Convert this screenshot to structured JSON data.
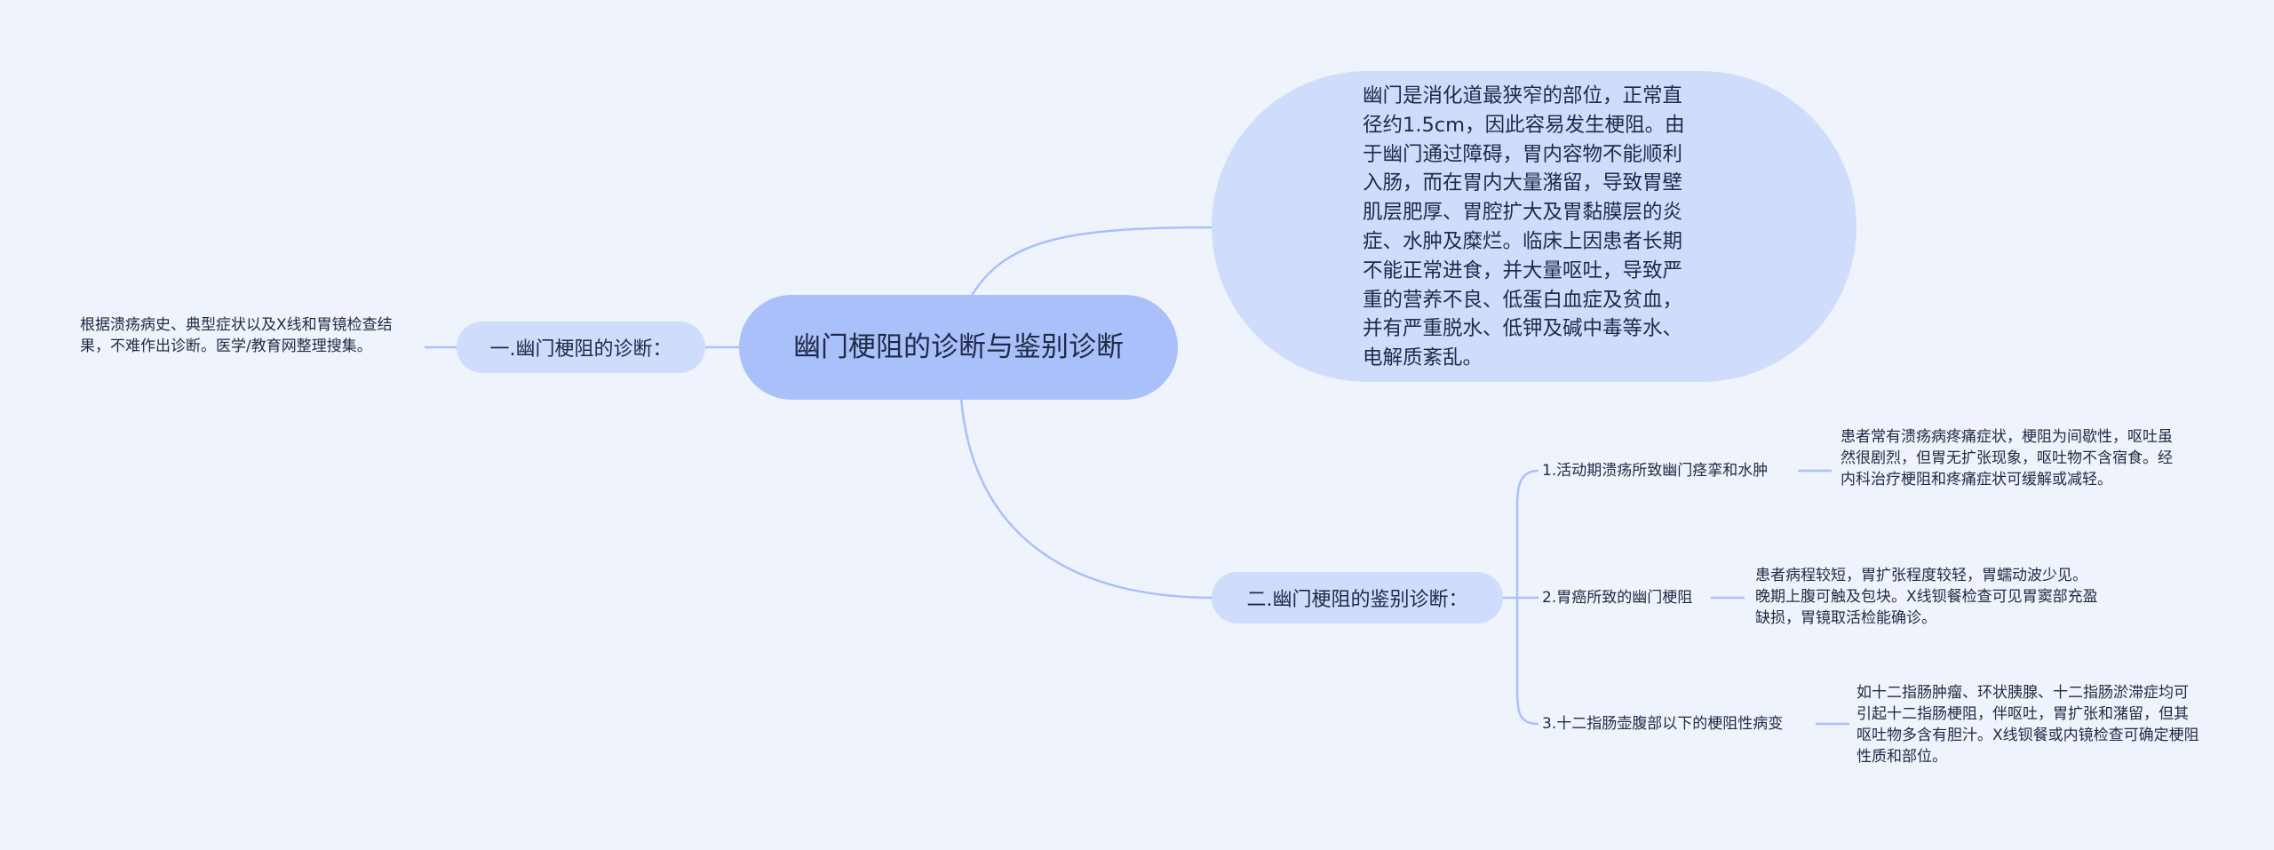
{
  "root": {
    "title": "幽门梗阻的诊断与鉴别诊断"
  },
  "description": "幽门是消化道最狭窄的部位，正常直径约1.5cm，因此容易发生梗阻。由于幽门通过障碍，胃内容物不能顺利入肠，而在胃内大量潴留，导致胃壁肌层肥厚、胃腔扩大及胃黏膜层的炎症、水肿及糜烂。临床上因患者长期不能正常进食，并大量呕吐，导致严重的营养不良、低蛋白血症及贫血，并有严重脱水、低钾及碱中毒等水、电解质紊乱。",
  "branch1": {
    "label": "一.幽门梗阻的诊断：",
    "leaf": "根据溃疡病史、典型症状以及X线和胃镜检查结果，不难作出诊断。医学/教育网整理搜集。"
  },
  "branch2": {
    "label": "二.幽门梗阻的鉴别诊断：",
    "items": [
      {
        "label": "1.活动期溃疡所致幽门痉挛和水肿",
        "detail": "患者常有溃疡病疼痛症状，梗阻为间歇性，呕吐虽然很剧烈，但胃无扩张现象，呕吐物不含宿食。经内科治疗梗阻和疼痛症状可缓解或减轻。"
      },
      {
        "label": "2.胃癌所致的幽门梗阻",
        "detail": "患者病程较短，胃扩张程度较轻，胃蠕动波少见。晚期上腹可触及包块。X线钡餐检查可见胃窦部充盈缺损，胃镜取活检能确诊。"
      },
      {
        "label": "3.十二指肠壶腹部以下的梗阻性病变",
        "detail": "如十二指肠肿瘤、环状胰腺、十二指肠淤滞症均可引起十二指肠梗阻，伴呕吐，胃扩张和潴留，但其呕吐物多含有胆汁。X线钡餐或内镜检查可确定梗阻性质和部位。"
      }
    ]
  },
  "colors": {
    "background": "#eff3fb",
    "root": "#a9c0fb",
    "node": "#cfdcfc",
    "line": "#a9c0fb"
  }
}
